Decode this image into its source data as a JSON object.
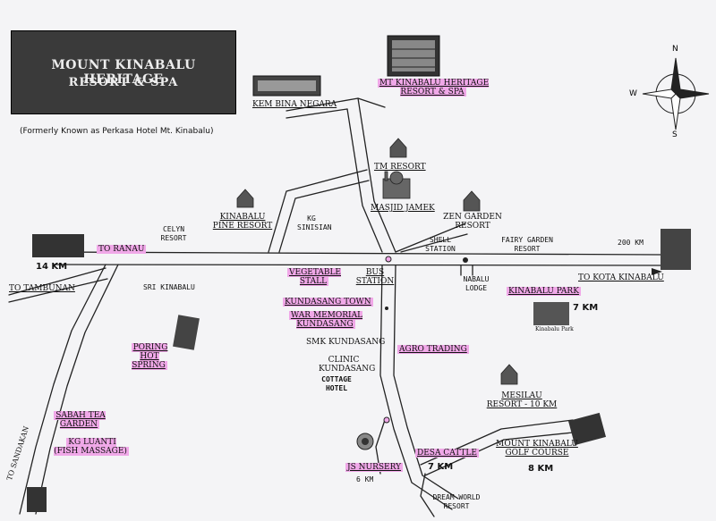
{
  "title": {
    "line1": "MOUNT KINABALU HERITAGE",
    "line2": "RESORT & SPA",
    "subtitle": "(Formerly Known as Perkasa Hotel Mt. Kinabalu)"
  },
  "compass": {
    "n": "N",
    "s": "S",
    "w": "W"
  },
  "labels": {
    "kem_bina_negara": "KEM BINA NEGARA",
    "mt_kinabalu_heritage": "MT KINABALU HERITAGE RESORT & SPA",
    "tm_resort": "TM RESORT",
    "masjid_jamek": "MASJID JAMEK",
    "zen_garden": "ZEN GARDEN RESORT",
    "kinabalu_pine": "KINABALU PINE RESORT",
    "kg_sinisian": "KG SINISIAN",
    "celyn_resort": "CELYN RESORT",
    "shell_station": "SHELL STATION",
    "fairy_garden": "FAIRY GARDEN RESORT",
    "km_200": "200 KM",
    "to_ranau": "TO RANAU",
    "km_14": "14 KM",
    "to_tambunan": "TO TAMBUNAN",
    "sri_kinabalu": "SRI KINABALU",
    "vegetable_stall": "VEGETABLE STALL",
    "bus_station": "BUS STATION",
    "nabalu_lodge": "NABALU LODGE",
    "to_kota_kinabalu": "TO KOTA KINABALU",
    "kinabalu_park": "KINABALU PARK",
    "km_7_park": "7 KM",
    "kundasang_town": "KUNDASANG TOWN",
    "war_memorial": "WAR MEMORIAL KUNDASANG",
    "smk_kundasang": "SMK KUNDASANG",
    "agro_trading": "AGRO TRADING",
    "poring_hot_spring": "PORING HOT SPRING",
    "clinic_kundasang": "CLINIC KUNDASANG",
    "cottage_hotel": "COTTAGE HOTEL",
    "mesilau_resort": "MESILAU RESORT - 10 KM",
    "sabah_tea_garden": "SABAH TEA GARDEN",
    "kg_luanti": "KG LUANTI (FISH MASSAGE)",
    "to_sandakan": "TO SANDAKAN",
    "mount_kinabalu_golf": "MOUNT KINABALU GOLF COURSE",
    "km_8": "8 KM",
    "desa_cattle": "DESA CATTLE",
    "km_7_desa": "7 KM",
    "js_nursery": "JS NURSERY",
    "km_6": "6 KM",
    "dream_world": "DREAM WORLD RESORT",
    "park_sign": "Kinabalu Park"
  },
  "colors": {
    "highlight": "#f0a8e8",
    "road": "#222222",
    "title_bg": "#3a3a3a"
  },
  "icons": [
    "house-icon",
    "hotel-building-icon",
    "mosque-icon",
    "compass-rose-icon",
    "photo-thumbnail-icon",
    "rose-flower-icon"
  ]
}
